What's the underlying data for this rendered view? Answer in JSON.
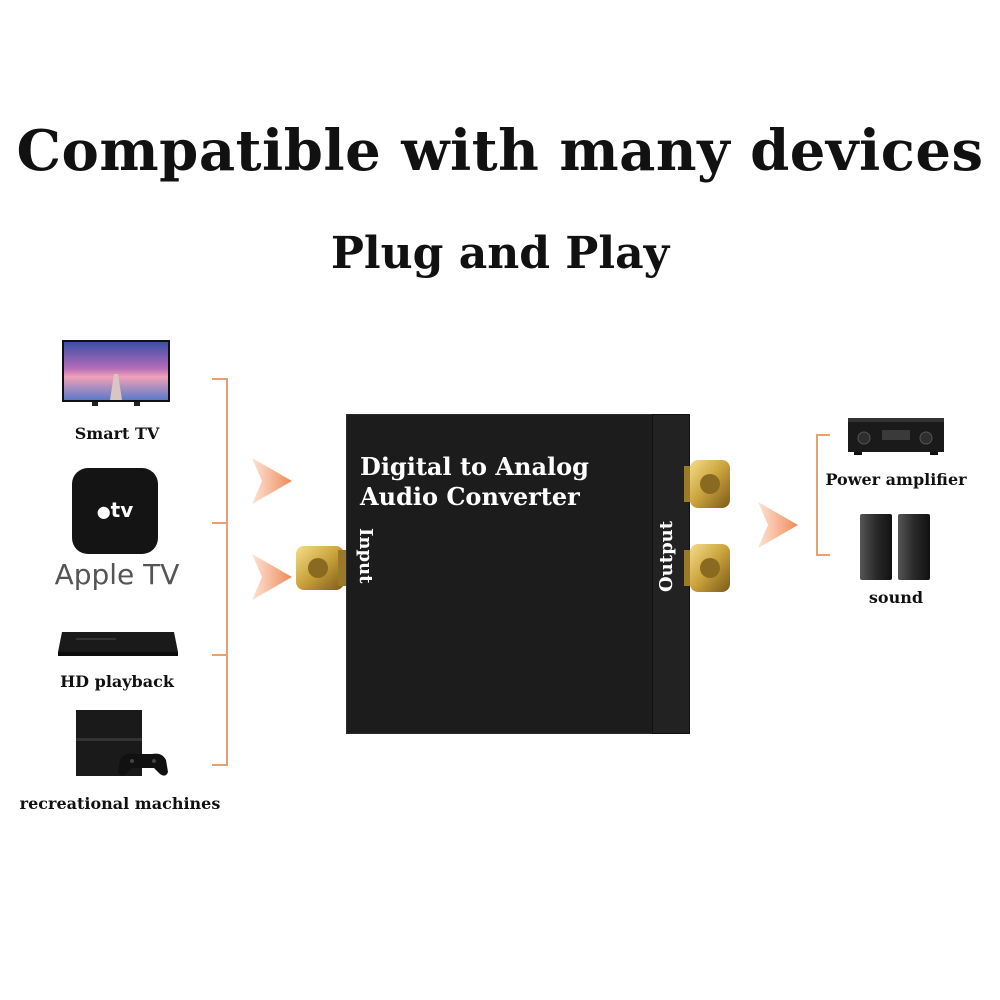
{
  "header": {
    "headline": "Compatible with many devices",
    "subheadline": "Plug and Play"
  },
  "input_devices": [
    {
      "label": "Smart TV",
      "icon": "smart-tv-icon"
    },
    {
      "label": "Apple TV",
      "icon": "apple-tv-icon"
    },
    {
      "label": "HD playback",
      "icon": "hd-player-icon"
    },
    {
      "label": "recreational machines",
      "icon": "game-console-icon"
    }
  ],
  "apple_tv_box_text": "tv",
  "converter": {
    "title_line1": "Digital to Analog",
    "title_line2": "Audio Converter",
    "input_label": "Input",
    "output_label": "Output"
  },
  "output_devices": [
    {
      "label": "Power amplifier",
      "icon": "power-amplifier-icon"
    },
    {
      "label": "sound",
      "icon": "speakers-icon"
    }
  ],
  "colors": {
    "accent": "#f08a5a",
    "bracket": "#e8a070",
    "converter_body": "#1c1c1c",
    "gold": "#c9a13b"
  }
}
